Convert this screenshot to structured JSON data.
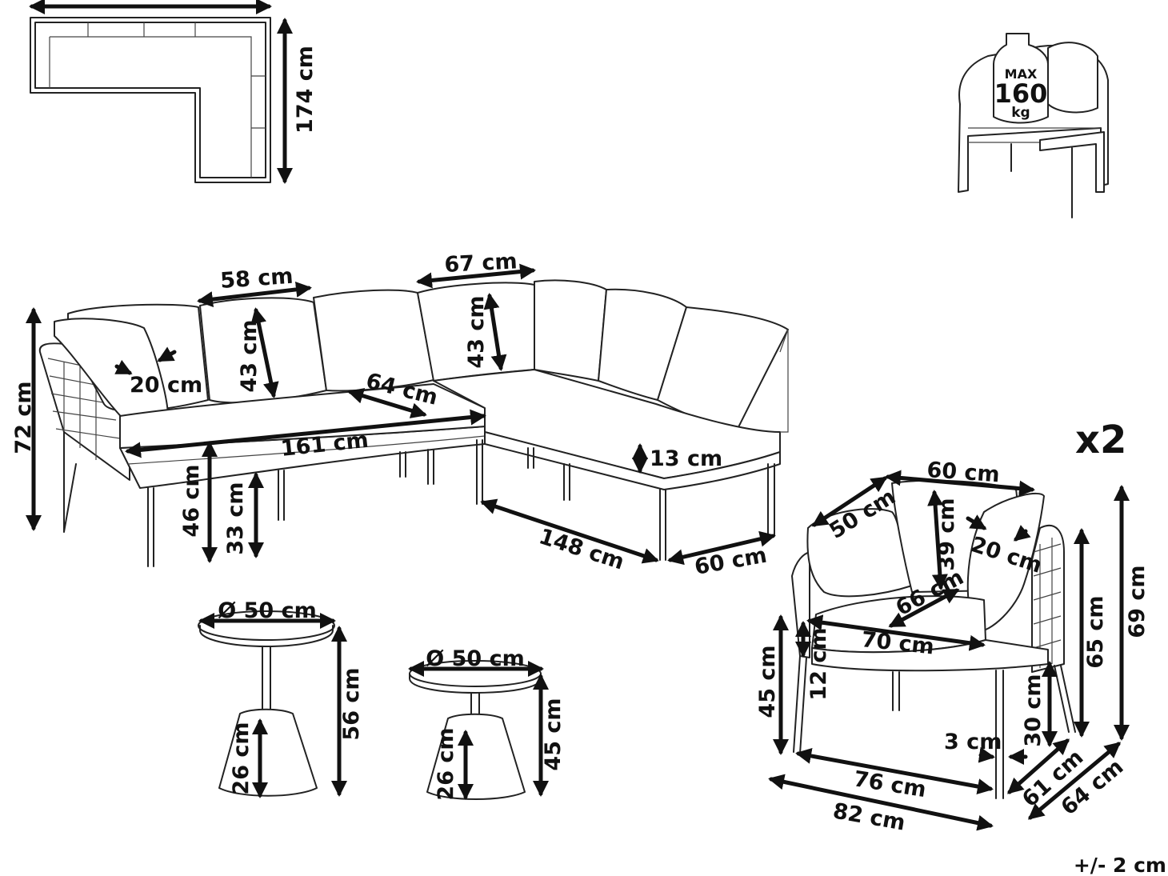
{
  "top_view": {
    "depth": "174 cm"
  },
  "max_load": {
    "line1": "MAX",
    "line2": "160",
    "line3": "kg"
  },
  "sofa": {
    "height": "72 cm",
    "armrest_cushion": "20 cm",
    "back_cushion_width": "58 cm",
    "back_cushion_height_left": "43 cm",
    "corner_width": "67 cm",
    "back_cushion_height_right": "43 cm",
    "seat_depth": "64 cm",
    "left_length": "161 cm",
    "seat_height": "46 cm",
    "clearance": "33 cm",
    "seat_thickness": "13 cm",
    "right_length": "148 cm",
    "depth": "60 cm"
  },
  "table_large": {
    "diameter": "Ø 50 cm",
    "height": "56 cm",
    "base_height": "26 cm"
  },
  "table_small": {
    "diameter": "Ø 50 cm",
    "height": "45 cm",
    "base_height": "26 cm"
  },
  "armchair": {
    "quantity": "x2",
    "back_width": "60 cm",
    "cushion_depth": "50 cm",
    "back_height": "39 cm",
    "side_cushion": "20 cm",
    "seat_depth": "66 cm",
    "seat_width": "70 cm",
    "seat_thickness": "12 cm",
    "seat_height": "45 cm",
    "arm_height": "65 cm",
    "total_height": "69 cm",
    "clearance": "30 cm",
    "leg": "3 cm",
    "inner_width": "76 cm",
    "outer_width": "82 cm",
    "inner_depth": "61 cm",
    "outer_depth": "64 cm"
  },
  "tolerance": "+/- 2 cm"
}
